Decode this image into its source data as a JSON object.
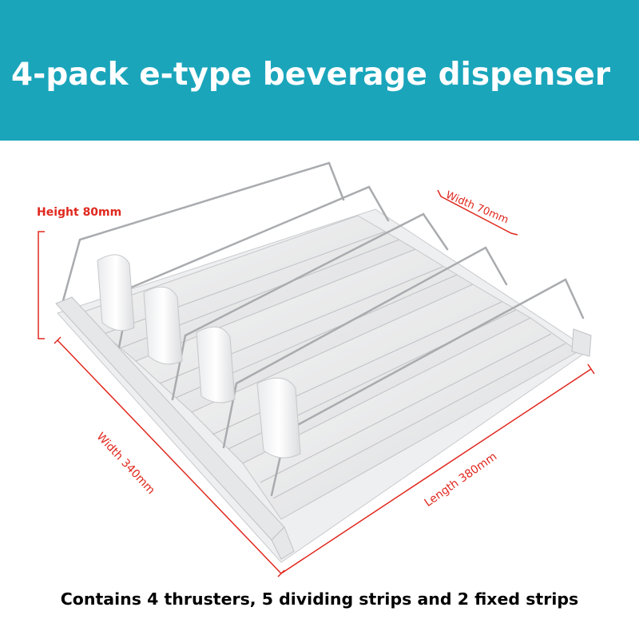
{
  "banner": {
    "title": "4-pack e-type beverage dispenser",
    "background_color": "#1aa5bb",
    "text_color": "#ffffff"
  },
  "product_image": {
    "icon": "beverage-dispenser-illustration",
    "dimension_color": "#e0281e",
    "dimensions": {
      "height": "Height 80mm",
      "width_top": "Width 70mm",
      "width_side": "Width 340mm",
      "length": "Length 380mm"
    }
  },
  "caption": {
    "text": "Contains 4 thrusters, 5 dividing strips and 2 fixed strips"
  }
}
